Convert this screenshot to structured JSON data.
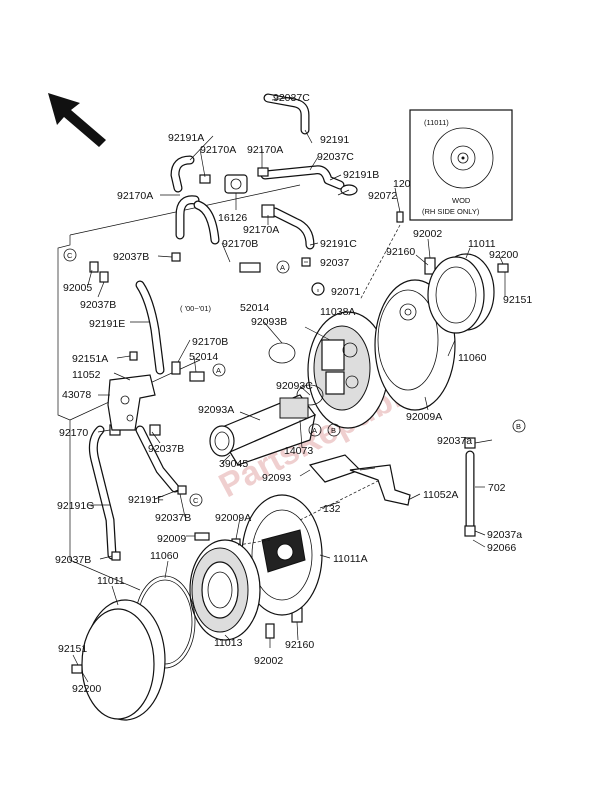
{
  "labels": {
    "p92037C_top": "92037C",
    "p92191A": "92191A",
    "p92170A_1": "92170A",
    "p92170A_2": "92170A",
    "p92191": "92191",
    "p92037C_2": "92037C",
    "p92191B": "92191B",
    "p92170A_left": "92170A",
    "p16126": "16126",
    "p92072": "92072",
    "p120": "120",
    "p92170A_3": "92170A",
    "p92037B_1": "92037B",
    "p92170B_1": "92170B",
    "p92191C": "92191C",
    "p92037": "92037",
    "p92002_top": "92002",
    "p11011_top": "11011",
    "p92160_top": "92160",
    "p92200_top": "92200",
    "p92005": "92005",
    "p92037B_2": "92037B",
    "p92071": "92071",
    "p92151_right": "92151",
    "p52014_1": "52014",
    "p92093B": "92093B",
    "p11038A": "11038A",
    "p92191E": "92191E",
    "p92170B_2": "92170B",
    "p52014_2": "52014",
    "p92151A": "92151A",
    "p11052": "11052",
    "p11060_right": "11060",
    "p43078": "43078",
    "p92093C": "92093C",
    "p92009A_1": "92009A",
    "p92093A": "92093A",
    "p92170": "92170",
    "p14073": "14073",
    "p92037a_1": "92037a",
    "p92037B_3": "92037B",
    "p39045": "39045",
    "p92093": "92093",
    "p11052A": "11052A",
    "p702": "702",
    "p92191G": "92191G",
    "p92191F": "92191F",
    "p132": "132",
    "p92037B_4": "92037B",
    "p92009A_2": "92009A",
    "p92037a_2": "92037a",
    "p92009": "92009",
    "p92066": "92066",
    "p11011A": "11011A",
    "p92037B_5": "92037B",
    "p11060_left": "11060",
    "p11011_left": "11011",
    "p11013": "11013",
    "p92151_left": "92151",
    "p92002_bottom": "92002",
    "p92160_bottom": "92160",
    "p92200_bottom": "92200"
  },
  "inset": {
    "part_label": "(11011)",
    "model_line": "WOD",
    "note": "(RH SIDE ONLY)"
  },
  "year_note": "( '00~'01)",
  "callouts": {
    "a": "A",
    "b": "B",
    "c": "C"
  },
  "watermark": "PartsRepublik",
  "colors": {
    "line": "#111111",
    "watermark": "#e2a8a8"
  }
}
